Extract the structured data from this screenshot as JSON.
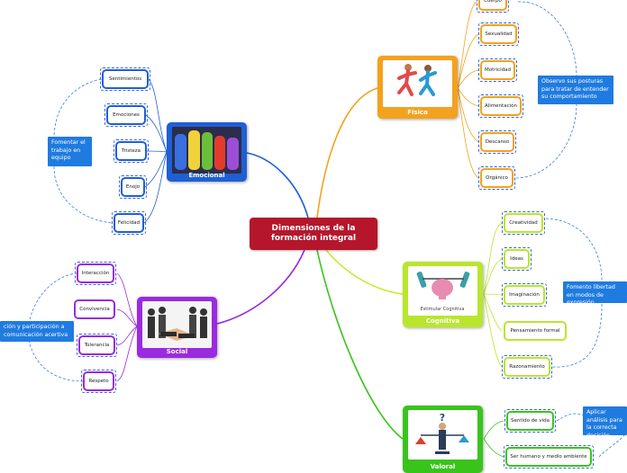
{
  "central": {
    "title": "Dimensiones de la formación integral"
  },
  "emocional": {
    "label": "Emocional",
    "items": [
      "Sentimientos",
      "Emociones",
      "Tristeza",
      "Enojo",
      "Felicidad"
    ],
    "note": "Fomentar el trabajo en equipo"
  },
  "social": {
    "label": "Social",
    "items": [
      "Interacción",
      "Convivencia",
      "Tolerancia",
      "Respeto"
    ],
    "note": "ción y participación a comunicación acertiva"
  },
  "fisica": {
    "label": "Física",
    "items": [
      "Cuerpo",
      "Sexualidad",
      "Motricidad",
      "Alimentación",
      "Descanso",
      "Orgánico"
    ],
    "note": "Observo sus posturas para tratar de entender su comportamiento"
  },
  "cognitiva": {
    "label": "Cognitiva",
    "image_caption": "Estimular Cognitiva",
    "items": [
      "Creatividad",
      "Ideas",
      "Imaginación",
      "Pensamiento formal",
      "Razonamiento"
    ],
    "note": "Fomento libertad en modos de expresión"
  },
  "valoral": {
    "label": "Valoral",
    "items": [
      "Sentido de vida",
      "Ser humano y medio ambiente"
    ],
    "note": "Aplicar análisis para la correcta decisión"
  },
  "colors": {
    "central": "#b5162b",
    "emocional": "#1f5fd6",
    "social": "#9a2be0",
    "fisica": "#f2a21e",
    "cognitiva": "#b9e62d",
    "valoral": "#39c41c",
    "callout": "#1f7be0"
  }
}
